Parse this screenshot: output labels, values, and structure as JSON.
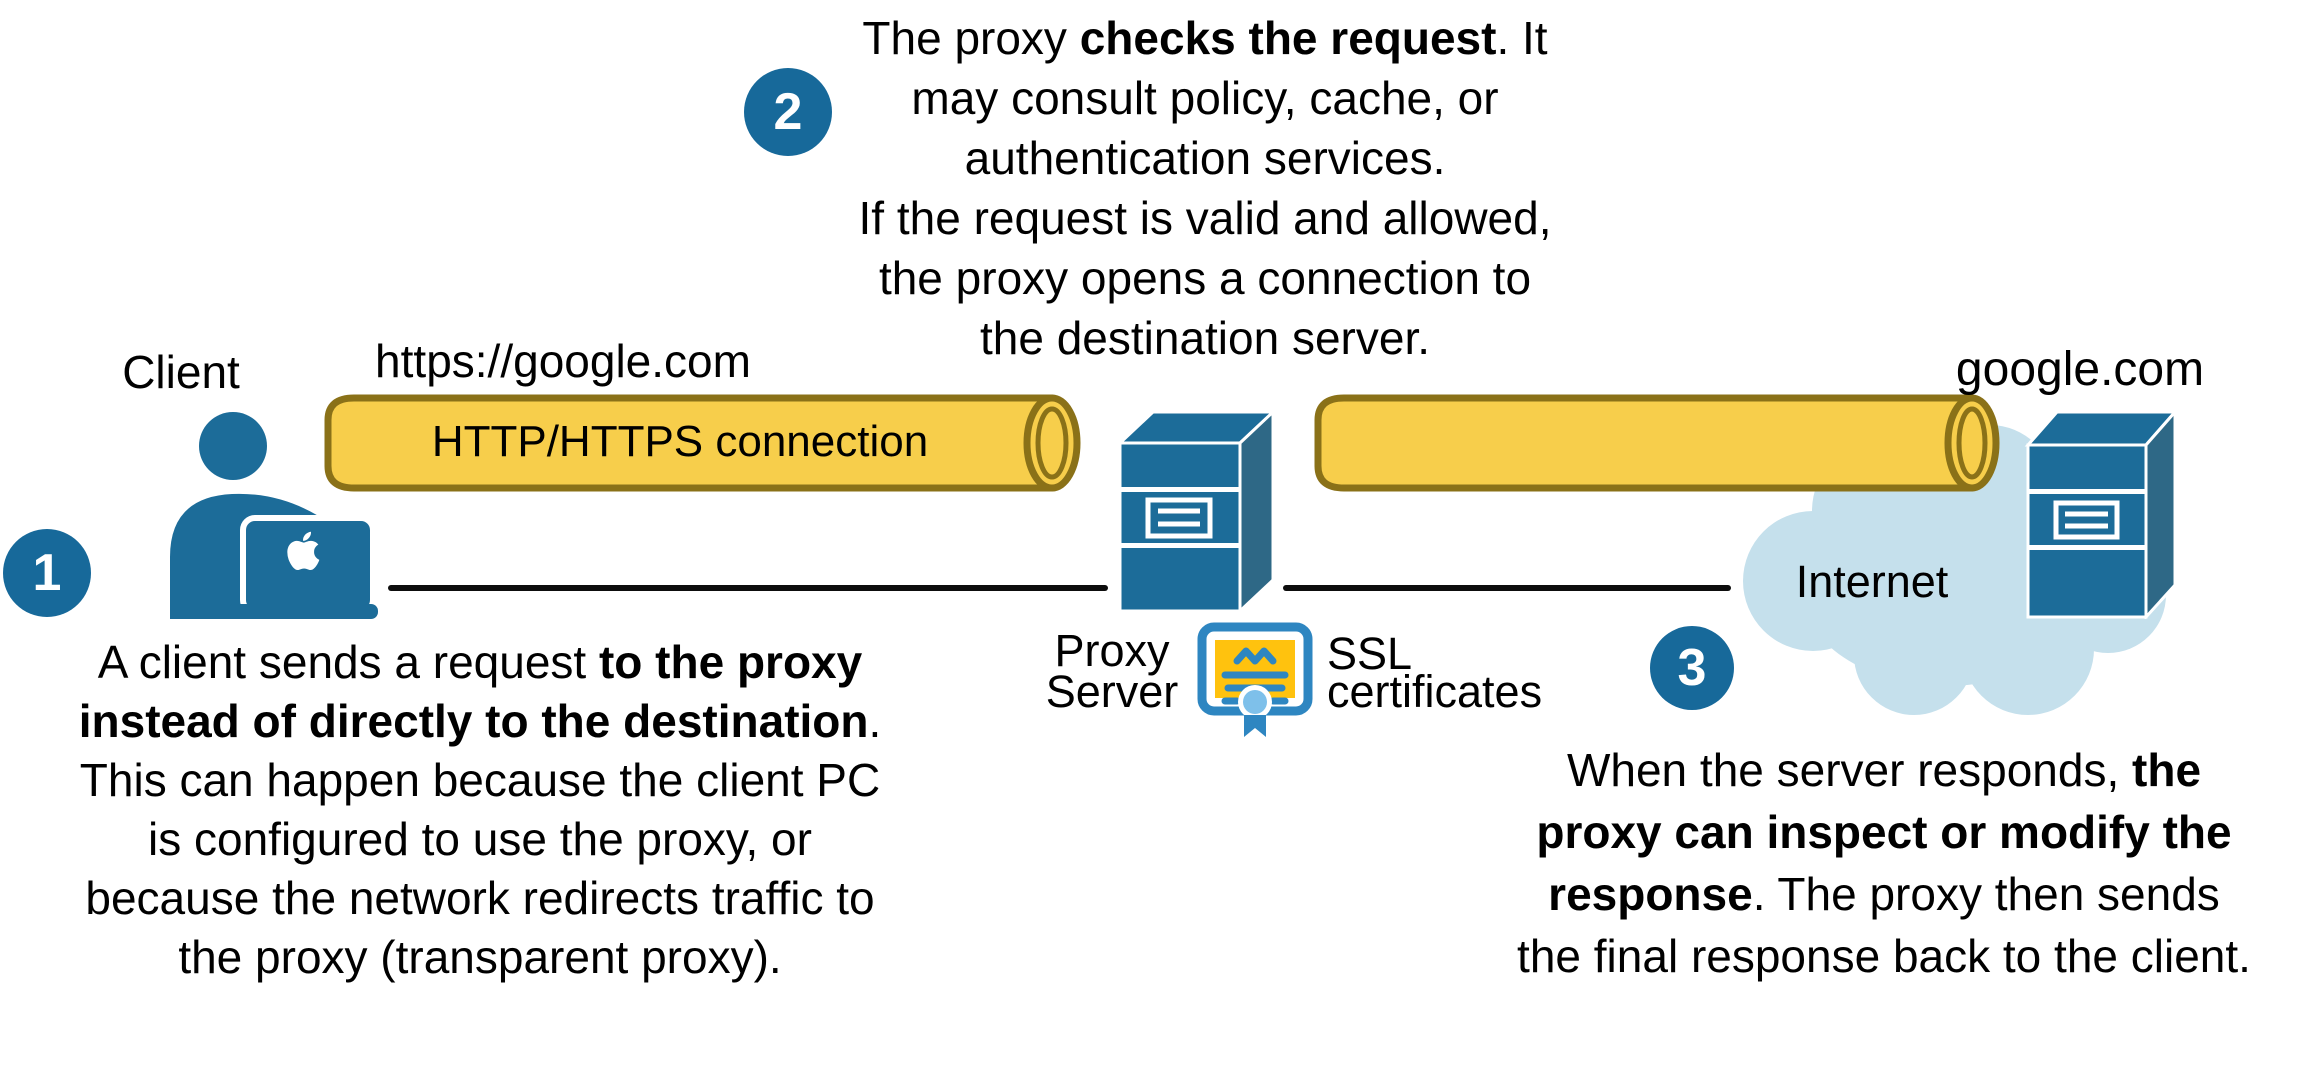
{
  "colors": {
    "primary_blue": "#1C6C99",
    "server_side_blue": "#2E6886",
    "badge_blue": "#17699A",
    "cloud_blue": "#C5E0EC",
    "pipe_yellow": "#F7CE4B",
    "pipe_border": "#8A7118",
    "cert_blue": "#2E86C1",
    "cert_yellow": "#FFC20E",
    "medal_blue": "#7EC0EA",
    "line_black": "#0D0D0D"
  },
  "labels": {
    "client": "Client",
    "url_request": "https://google.com",
    "destination": "google.com",
    "pipe_left": "HTTP/HTTPS connection",
    "internet": "Internet",
    "proxy_server_line1": "Proxy",
    "proxy_server_line2": "Server",
    "ssl_line1": "SSL",
    "ssl_line2": "certificates"
  },
  "steps": {
    "step1": {
      "number": "1",
      "lines": [
        [
          {
            "t": "A client sends a request ",
            "b": false
          },
          {
            "t": "to the proxy",
            "b": true
          }
        ],
        [
          {
            "t": "instead of directly to the destination",
            "b": true
          },
          {
            "t": ".",
            "b": false
          }
        ],
        [
          {
            "t": "This can happen because the client PC",
            "b": false
          }
        ],
        [
          {
            "t": "is configured to use the proxy, or",
            "b": false
          }
        ],
        [
          {
            "t": "because the network redirects traffic to",
            "b": false
          }
        ],
        [
          {
            "t": "the proxy (transparent proxy).",
            "b": false
          }
        ]
      ]
    },
    "step2": {
      "number": "2",
      "lines": [
        [
          {
            "t": "The proxy ",
            "b": false
          },
          {
            "t": "checks the request",
            "b": true
          },
          {
            "t": ". It",
            "b": false
          }
        ],
        [
          {
            "t": "may consult policy, cache, or",
            "b": false
          }
        ],
        [
          {
            "t": "authentication services.",
            "b": false
          }
        ],
        [
          {
            "t": "If the request is valid and allowed,",
            "b": false
          }
        ],
        [
          {
            "t": "the proxy opens a connection to",
            "b": false
          }
        ],
        [
          {
            "t": "the destination server.",
            "b": false
          }
        ]
      ]
    },
    "step3": {
      "number": "3",
      "lines": [
        [
          {
            "t": "When the server responds, ",
            "b": false
          },
          {
            "t": "the",
            "b": true
          }
        ],
        [
          {
            "t": "proxy can inspect or modify the",
            "b": true
          }
        ],
        [
          {
            "t": "response",
            "b": true
          },
          {
            "t": ". The proxy then sends",
            "b": false
          }
        ],
        [
          {
            "t": "the final response back to the client.",
            "b": false
          }
        ]
      ]
    }
  }
}
